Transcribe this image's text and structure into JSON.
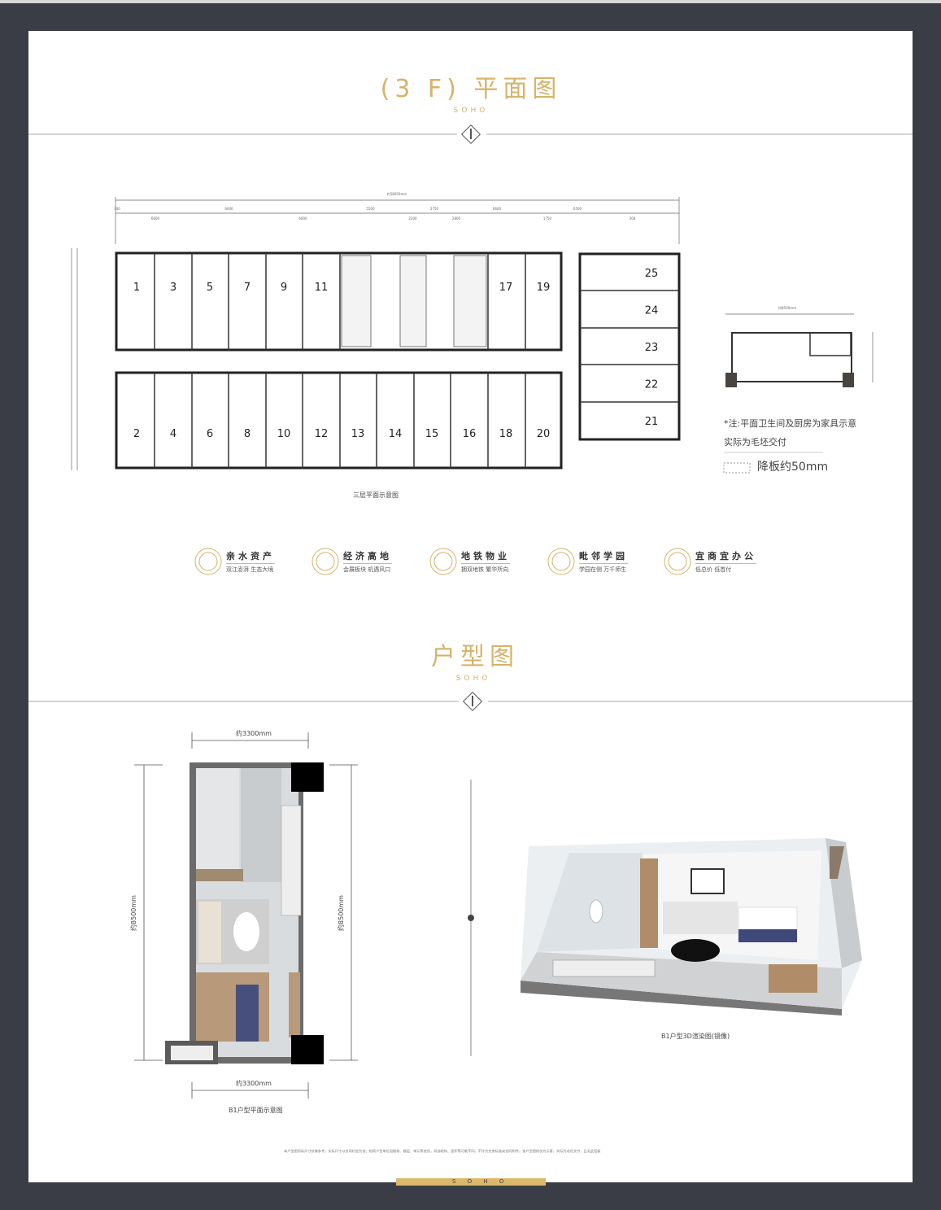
{
  "floor_section": {
    "title": "(3 F) 平面图",
    "subtitle": "SOHO",
    "caption": "三层平面示意图",
    "total_dim": "约58050mm",
    "dims": [
      "300",
      "6600",
      "6600",
      "6600",
      "5500",
      "2200",
      "2750",
      "2800",
      "6600",
      "1750",
      "6500",
      "300"
    ],
    "top_units": [
      "1",
      "3",
      "5",
      "7",
      "9",
      "11",
      "17",
      "19"
    ],
    "bottom_units": [
      "2",
      "4",
      "6",
      "8",
      "10",
      "12",
      "13",
      "14",
      "15",
      "16",
      "18",
      "20"
    ],
    "wing_units": [
      "25",
      "24",
      "23",
      "22",
      "21"
    ],
    "small_plan_dim": "约8500mm",
    "note_line1": "*注:平面卫生间及厨房为家具示意",
    "note_line2": "实际为毛坯交付",
    "legend_label": "降板约50mm"
  },
  "features": [
    {
      "title": "亲水资产",
      "desc": "双江澎湃 生态大境"
    },
    {
      "title": "经济高地",
      "desc": "会展板块 机遇风口"
    },
    {
      "title": "地铁物业",
      "desc": "拥双地铁 繁华所向"
    },
    {
      "title": "毗邻学园",
      "desc": "学园在侧 万千师生"
    },
    {
      "title": "宜商宜办公",
      "desc": "低总价 低首付"
    }
  ],
  "unit_section": {
    "title": "户型图",
    "subtitle": "SOHO",
    "width_top": "约3300mm",
    "width_bottom": "约3300mm",
    "height_left": "约8500mm",
    "height_right": "约8500mm",
    "plan_caption": "B1户型平面示意图",
    "render_caption": "B1户型3D渲染图(镜像)"
  },
  "disclaimer": "本户型图所标尺寸仅做参考，实际尺寸以合同约定为准；相同户型单位因楼栋、楼层、单元等差别，局部结构、面积等可能不同，不作为交房标准或合同附件。该户型图除仅为示意，实际为毛坯交付，且无此搭板",
  "footer": {
    "brand": "S O H O"
  },
  "colors": {
    "gold": "#d6b36a",
    "frame": "#3a3d46"
  }
}
